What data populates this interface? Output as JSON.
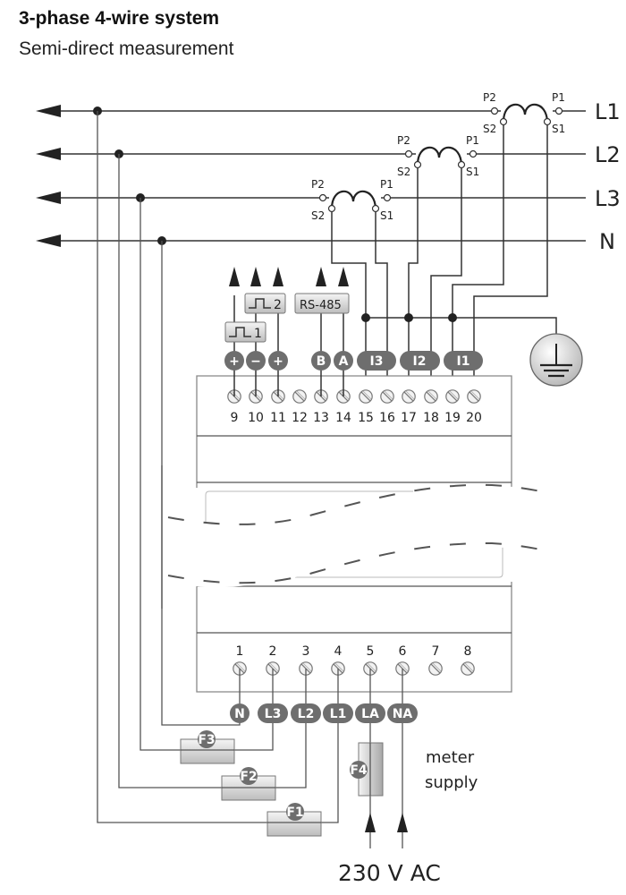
{
  "header": {
    "title": "3-phase 4-wire system",
    "subtitle": "Semi-direct measurement"
  },
  "lines": [
    {
      "id": "L1",
      "label": "L1"
    },
    {
      "id": "L2",
      "label": "L2"
    },
    {
      "id": "L3",
      "label": "L3"
    },
    {
      "id": "N",
      "label": "N"
    }
  ],
  "current_transformers": [
    {
      "line": "L1",
      "p2": "P2",
      "p1": "P1",
      "s2": "S2",
      "s1": "S1"
    },
    {
      "line": "L2",
      "p2": "P2",
      "p1": "P1",
      "s2": "S2",
      "s1": "S1"
    },
    {
      "line": "L3",
      "p2": "P2",
      "p1": "P1",
      "s2": "S2",
      "s1": "S1"
    }
  ],
  "top_terminals": [
    "9",
    "10",
    "11",
    "12",
    "13",
    "14",
    "15",
    "16",
    "17",
    "18",
    "19",
    "20"
  ],
  "top_terminal_tags": {
    "t9": "+",
    "t10": "−",
    "t11": "+",
    "t13": "B",
    "t14": "A",
    "i3": "I3",
    "i2": "I2",
    "i1": "I1"
  },
  "pulse_outputs": [
    {
      "label": "1"
    },
    {
      "label": "2"
    }
  ],
  "rs485": {
    "label": "RS-485"
  },
  "ground": {
    "icon": "ground-icon"
  },
  "bottom_terminals": [
    "1",
    "2",
    "3",
    "4",
    "5",
    "6",
    "7",
    "8"
  ],
  "bottom_terminal_tags": [
    "N",
    "L3",
    "L2",
    "L1",
    "LA",
    "NA"
  ],
  "fuses": [
    "F1",
    "F2",
    "F3",
    "F4"
  ],
  "supply": {
    "label_line1": "meter",
    "label_line2": "supply",
    "voltage": "230 V AC"
  }
}
